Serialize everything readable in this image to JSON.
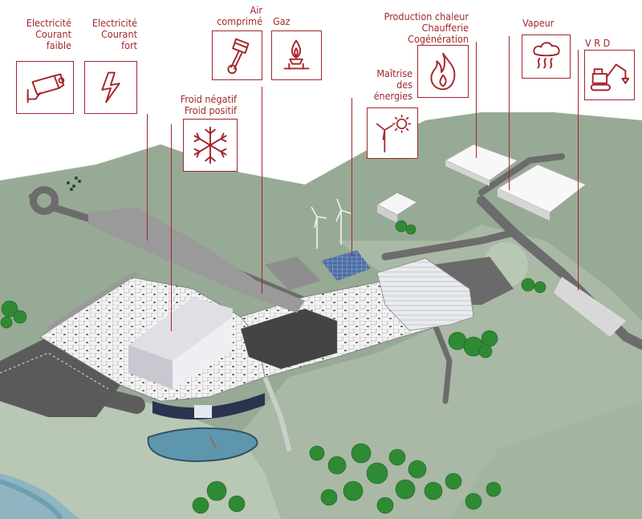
{
  "categories": [
    {
      "id": "elec-faible",
      "lines": [
        "Electricité",
        "Courant",
        "faible"
      ],
      "icon": "camera-icon"
    },
    {
      "id": "elec-fort",
      "lines": [
        "Electricité",
        "Courant",
        "fort"
      ],
      "icon": "lightning-icon"
    },
    {
      "id": "air",
      "lines": [
        "Air",
        "comprimé"
      ],
      "icon": "piston-icon"
    },
    {
      "id": "gaz",
      "lines": [
        "Gaz"
      ],
      "icon": "gas-flame-icon"
    },
    {
      "id": "froid",
      "lines": [
        "Froid négatif",
        "Froid positif"
      ],
      "icon": "snowflake-icon"
    },
    {
      "id": "chaleur",
      "lines": [
        "Production chaleur",
        "Chaufferie",
        "Cogénération"
      ],
      "icon": "fire-icon"
    },
    {
      "id": "energies",
      "lines": [
        "Maîtrise",
        "des",
        "énergies"
      ],
      "icon": "wind-sun-icon"
    },
    {
      "id": "vapeur",
      "lines": [
        "Vapeur"
      ],
      "icon": "steam-cloud-icon"
    },
    {
      "id": "vrd",
      "lines": [
        "V R D"
      ],
      "icon": "excavator-icon"
    }
  ],
  "colors": {
    "accent": "#a3262c",
    "grass": "#8fa48e",
    "field": "#b4c3b0",
    "road": "#6c6c6c",
    "water": "#5e97ad"
  }
}
